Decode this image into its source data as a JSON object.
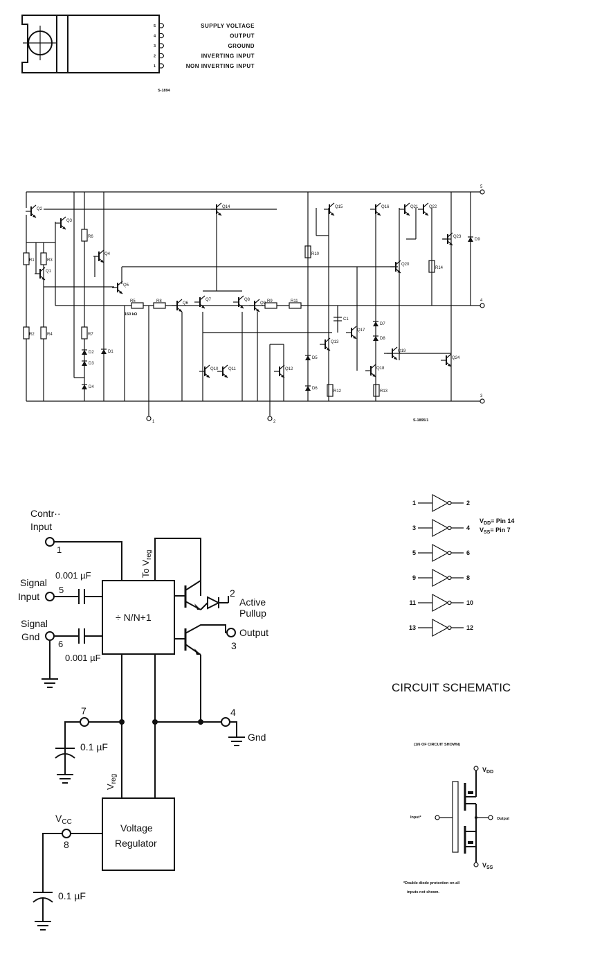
{
  "package": {
    "pins": [
      {
        "num": "5",
        "label": "SUPPLY  VOLTAGE"
      },
      {
        "num": "4",
        "label": "OUTPUT"
      },
      {
        "num": "3",
        "label": "GROUND"
      },
      {
        "num": "2",
        "label": "INVERTING  INPUT"
      },
      {
        "num": "1",
        "label": "NON INVERTING  INPUT"
      }
    ],
    "ref_code": "S-1894"
  },
  "opamp_schematic": {
    "ref_code": "S-1895/1",
    "transistors": [
      "Q1",
      "Q2",
      "Q3",
      "Q4",
      "Q5",
      "Q6",
      "Q7",
      "Q8",
      "Q9",
      "Q10",
      "Q11",
      "Q12",
      "Q13",
      "Q14",
      "Q15",
      "Q16",
      "Q17",
      "Q18",
      "Q19",
      "Q20",
      "Q21",
      "Q22",
      "Q23",
      "Q24"
    ],
    "resistors": [
      "R1",
      "R2",
      "R3",
      "R4",
      "R5",
      "R6",
      "R7",
      "R8",
      "R9",
      "R10",
      "R11",
      "R12",
      "R13",
      "R14"
    ],
    "diodes": [
      "D1",
      "D2",
      "D3",
      "D4",
      "D5",
      "D6",
      "D7",
      "D8",
      "D9"
    ],
    "capacitor": "C1",
    "r5_value": "150 kΩ",
    "pin_labels": {
      "p5": "5",
      "p4": "4",
      "p3": "3",
      "p1": "1",
      "p2": "2"
    }
  },
  "prescaler": {
    "control_input": "Contr··",
    "input_word": "Input",
    "pin1": "1",
    "signal_input_word1": "Signal",
    "signal_input_word2": "Input",
    "pin5": "5",
    "cap_top": "0.001 µF",
    "signal_gnd_word1": "Signal",
    "signal_gnd_word2": "Gnd",
    "pin6": "6",
    "cap_bottom": "0.001 µF",
    "to_vreg": "To V",
    "to_vreg_sub": "reg",
    "divider": "÷ N/N+1",
    "pin2": "2",
    "active1": "Active",
    "active2": "Pullup",
    "output": "Output",
    "pin3": "3",
    "pin7": "7",
    "cap7": "0.1 µF",
    "pin4": "4",
    "gnd": "Gnd",
    "vreg": "V",
    "vreg_sub": "reg",
    "vcc": "V",
    "vcc_sub": "CC",
    "pin8": "8",
    "regulator1": "Voltage",
    "regulator2": "Regulator",
    "cap8": "0.1 µF"
  },
  "inverters": {
    "gates": [
      {
        "in": "1",
        "out": "2"
      },
      {
        "in": "3",
        "out": "4"
      },
      {
        "in": "5",
        "out": "6"
      },
      {
        "in": "9",
        "out": "8"
      },
      {
        "in": "11",
        "out": "10"
      },
      {
        "in": "13",
        "out": "12"
      }
    ],
    "vdd_text": "V",
    "vdd_sub": "DD",
    "vdd_eq": "= Pin 14",
    "vss_text": "V",
    "vss_sub": "SS",
    "vss_eq": "= Pin   7"
  },
  "circuit_schematic": {
    "title": "CIRCUIT SCHEMATIC",
    "subtitle": "(1/6 OF CIRCUIT SHOWN)",
    "vdd": "V",
    "vdd_sub": "DD",
    "input": "Input*",
    "output": "Output",
    "vss": "V",
    "vss_sub": "SS",
    "note1": "*Double diode protection on all",
    "note2": "inputs not shown."
  }
}
